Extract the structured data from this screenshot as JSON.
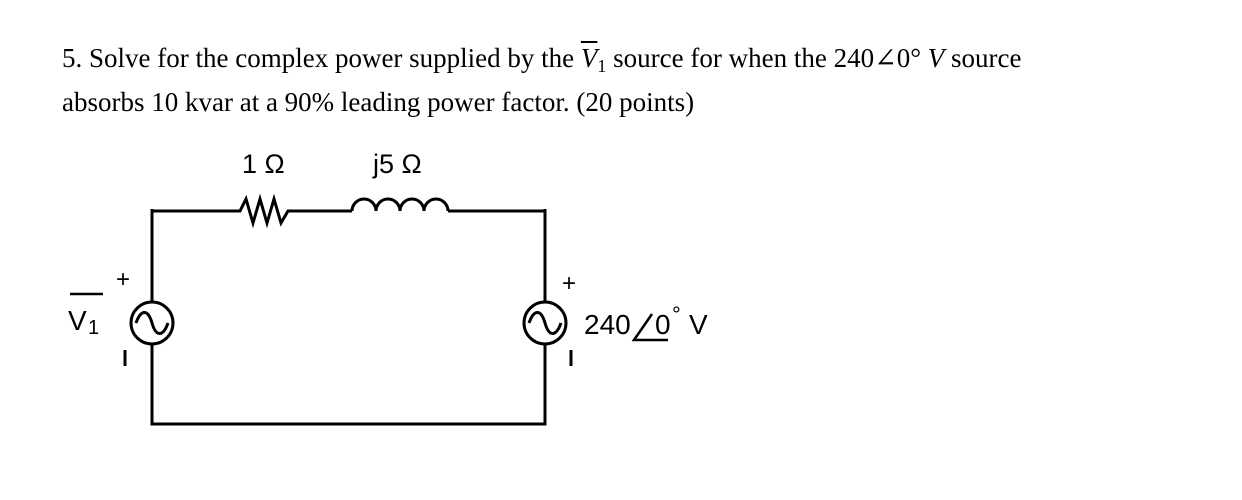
{
  "problem": {
    "line1_a": "5. Solve for the complex power supplied by the ",
    "src_sym": "V",
    "src_sub": "1",
    "line1_b": " source for when the 240∠0° ",
    "unit_v": "V",
    "line1_c": " source",
    "line2": "absorbs 10 kvar at a 90% leading power factor.   (20 points)"
  },
  "circuit": {
    "resistor_label": "1 Ω",
    "inductor_label": "j5 Ω",
    "left_source": {
      "symbol": "V",
      "subscript": "1",
      "plus": "+",
      "minus": "-"
    },
    "right_source": {
      "magnitude": "240",
      "angle": "0",
      "degree": "°",
      "unit": "V",
      "plus": "+",
      "minus": "-"
    }
  }
}
